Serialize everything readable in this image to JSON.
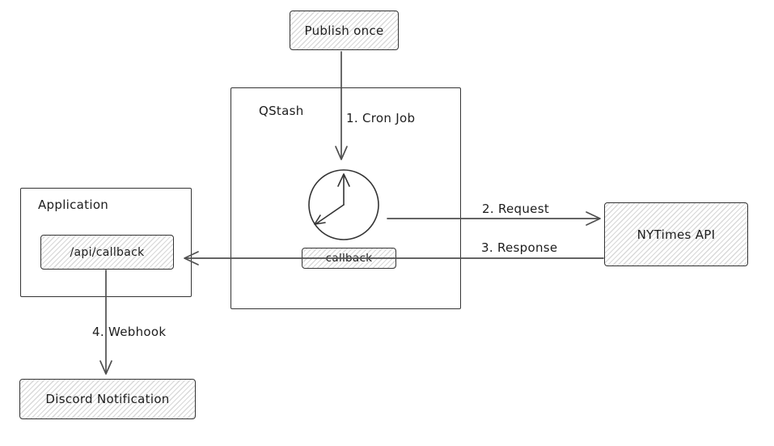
{
  "colors": {
    "stroke": "#343434",
    "arrow": "#4f4f4f",
    "hatch": "#d9d9d9",
    "text": "#1d1d1d",
    "background": "#ffffff"
  },
  "nodes": {
    "publish_once": "Publish once",
    "qstash": "QStash",
    "callback": "callback",
    "application": "Application",
    "api_callback": "/api/callback",
    "nytimes_api": "NYTimes API",
    "discord": "Discord Notification"
  },
  "edges": {
    "cron_job": "1. Cron Job",
    "request": "2. Request",
    "response": "3. Response",
    "webhook": "4. Webhook"
  }
}
